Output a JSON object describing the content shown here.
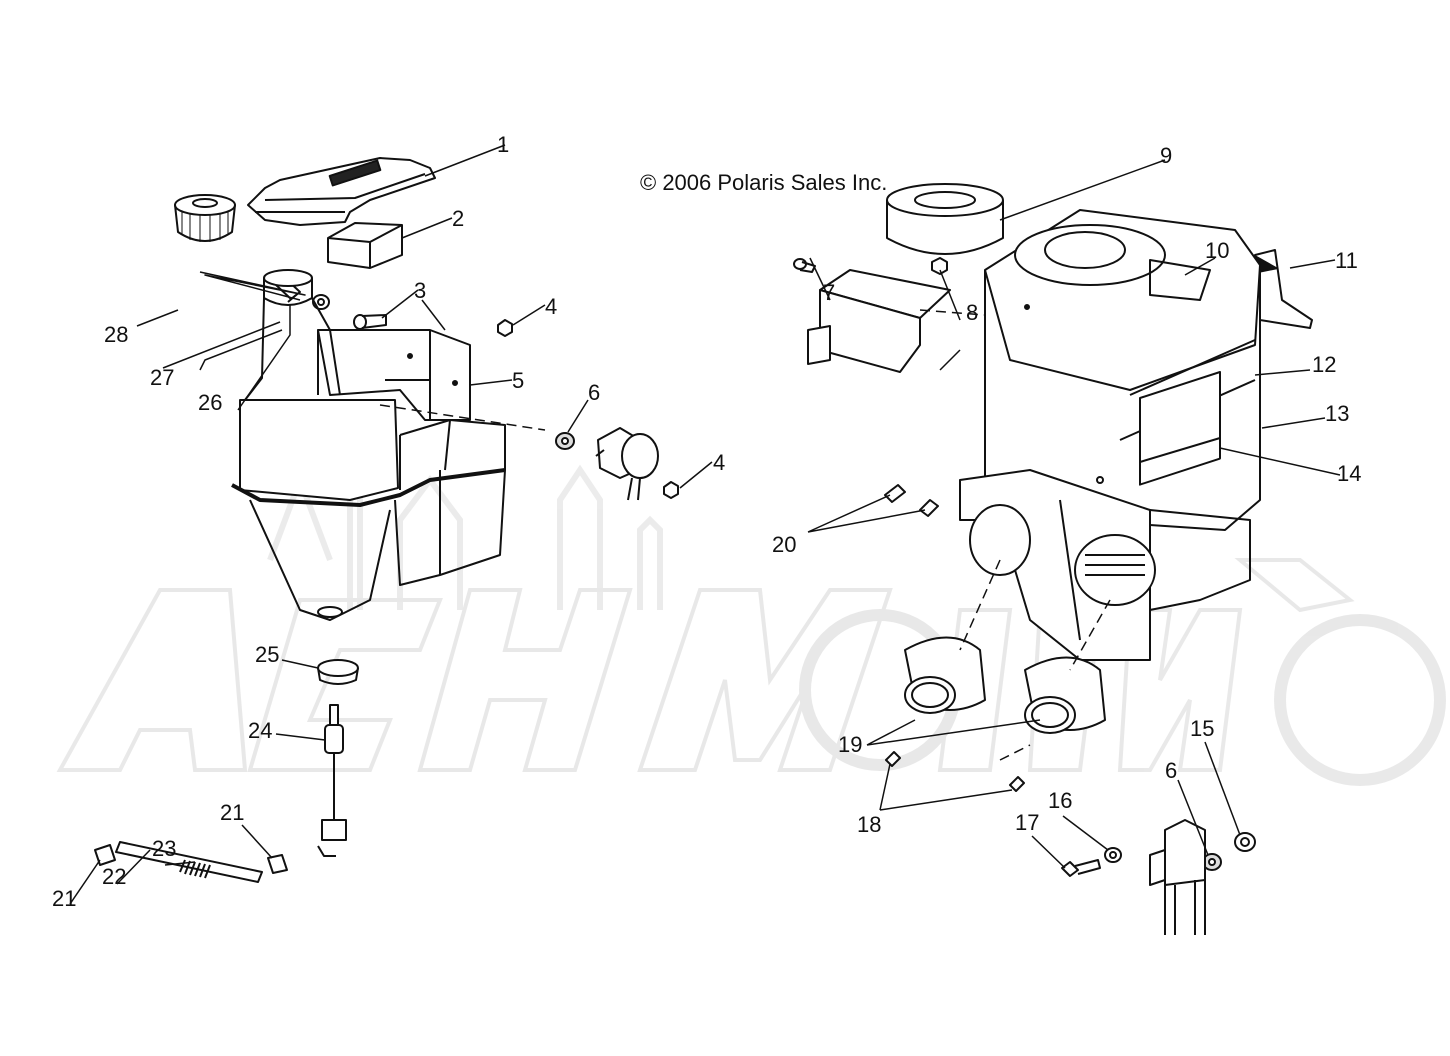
{
  "diagram": {
    "copyright": "© 2006 Polaris Sales Inc.",
    "watermark_text": "AchMotor",
    "callouts": [
      "1",
      "2",
      "3",
      "4",
      "5",
      "6",
      "4",
      "26",
      "27",
      "28",
      "7",
      "8",
      "9",
      "10",
      "11",
      "12",
      "13",
      "14",
      "20",
      "19",
      "18",
      "25",
      "24",
      "21",
      "22",
      "23",
      "21",
      "15",
      "6",
      "16",
      "17"
    ]
  }
}
